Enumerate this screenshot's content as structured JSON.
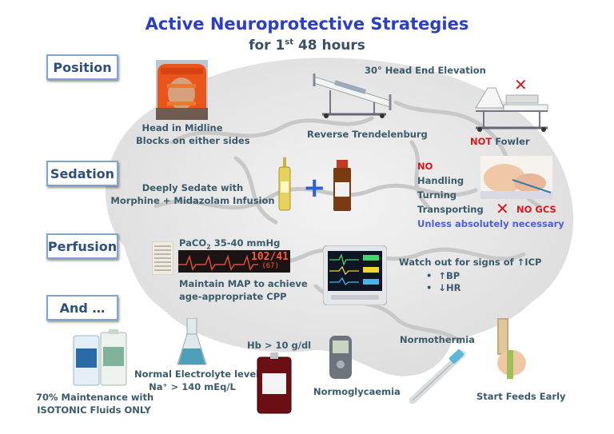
{
  "title": "Active Neuroprotective Strategies",
  "subtitle": {
    "pre": "for 1",
    "sup": "st",
    "post": " 48 hours"
  },
  "sections": {
    "position": "Position",
    "sedation": "Sedation",
    "perfusion": "Perfusion",
    "and": "And …"
  },
  "position": {
    "head_line1": "Head in Midline",
    "head_line2": "Blocks on either sides",
    "elevation": "30° Head End Elevation",
    "reverse": "Reverse Trendelenburg",
    "not_word": "NOT",
    "not_rest": " Fowler"
  },
  "sedation": {
    "line1": "Deeply Sedate with",
    "line2": "Morphine + Midazolam Infusion",
    "no": "NO",
    "handling": "Handling",
    "turning": "Turning",
    "transporting": "Transporting",
    "no_gcs": "NO GCS",
    "unless": "Unless absolutely necessary"
  },
  "perfusion": {
    "paco2_pre": "PaCO",
    "paco2_sub": "2",
    "paco2_post": " 35-40 mmHg",
    "map_line1": "Maintain MAP to achieve",
    "map_line2": "age-appropriate CPP",
    "watch": "Watch out for signs of ↑ICP",
    "bp": "↑BP",
    "hr": "↓HR",
    "monitor_reading": "102/41",
    "monitor_sub": "(67)"
  },
  "and": {
    "fluids_line1": "70% Maintenance with",
    "fluids_line2": "ISOTONIC Fluids ONLY",
    "electro_line1": "Normal Electrolyte levels",
    "electro_line2": "Na⁺ > 140 mEq/L",
    "hb": "Hb > 10 g/dl",
    "normoglycaemia": "Normoglycaemia",
    "normothermia": "Normothermia",
    "feeds": "Start Feeds Early"
  },
  "icons": [
    "brain-background",
    "child-immobilizer-photo",
    "hospital-bed-reverse-trendelenburg",
    "hospital-bed-fowler",
    "x-mark-icon",
    "ampoule",
    "medicine-vial",
    "plus-icon",
    "infant-photo",
    "monitor-strip",
    "patient-monitor",
    "iv-fluid-bags",
    "erlenmeyer-flask",
    "blood-bag",
    "glucometer",
    "thermometer",
    "feeding-tube"
  ],
  "colors": {
    "title": "#2b3fc4",
    "label": "#3b5a6a",
    "section_border": "#7fa6cf",
    "warning": "#d8181e",
    "note_blue": "#5060d8",
    "plus": "#2c5fd2"
  }
}
